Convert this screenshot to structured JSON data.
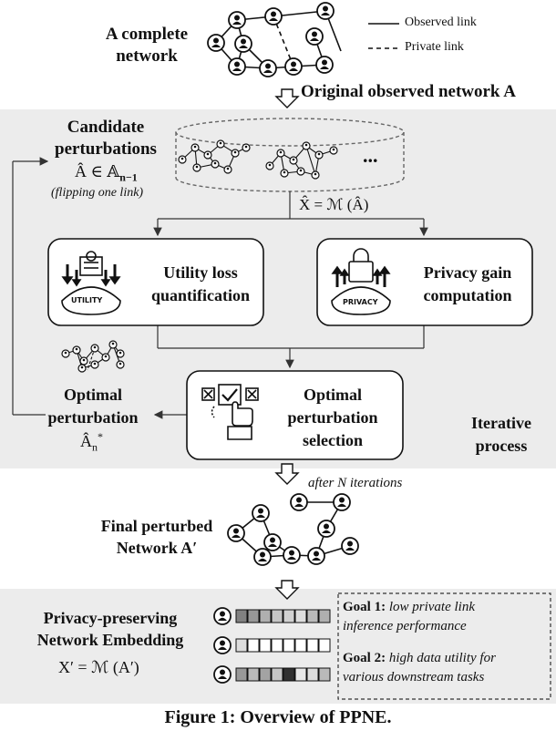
{
  "legend": {
    "observed": "Observed link",
    "private": "Private link"
  },
  "top": {
    "complete_network": [
      "A complete",
      "network"
    ],
    "original_network": "Original observed network A"
  },
  "candidate": {
    "title": [
      "Candidate",
      "perturbations"
    ],
    "math": "Â ∈ 𝔸",
    "math_sub": "n−1",
    "note": "(flipping one link)",
    "ellipsis": "...",
    "xhat": "X̂ = ℳ (Â)"
  },
  "utility": {
    "icon_label": "UTILITY",
    "text": [
      "Utility loss",
      "quantification"
    ]
  },
  "privacy": {
    "icon_label": "PRIVACY",
    "text": [
      "Privacy gain",
      "computation"
    ]
  },
  "optimal": {
    "left_label": [
      "Optimal",
      "perturbation"
    ],
    "left_math": "Â",
    "left_sub": "n",
    "left_sup": "*",
    "box_text": [
      "Optimal",
      "perturbation",
      "selection"
    ]
  },
  "iterative": [
    "Iterative",
    "process"
  ],
  "after_iterations": "after N iterations",
  "final_network": [
    "Final perturbed",
    "Network A′"
  ],
  "embedding": {
    "title": [
      "Privacy-preserving",
      "Network Embedding"
    ],
    "formula": "X′ = ℳ (A′)"
  },
  "goals": [
    {
      "label": "Goal 1:",
      "text": "low private link",
      "text2": "inference performance"
    },
    {
      "label": "Goal 2:",
      "text": "high data utility for",
      "text2": "various downstream tasks"
    }
  ],
  "embedding_rows": [
    [
      0.55,
      0.45,
      0.35,
      0.25,
      0.2,
      0.15,
      0.3,
      0.35
    ],
    [
      0.15,
      0.0,
      0.0,
      0.0,
      0.0,
      0.0,
      0.0,
      0.0
    ],
    [
      0.45,
      0.3,
      0.4,
      0.25,
      0.9,
      0.1,
      0.15,
      0.3
    ]
  ],
  "caption": "Figure 1: Overview of PPNE."
}
